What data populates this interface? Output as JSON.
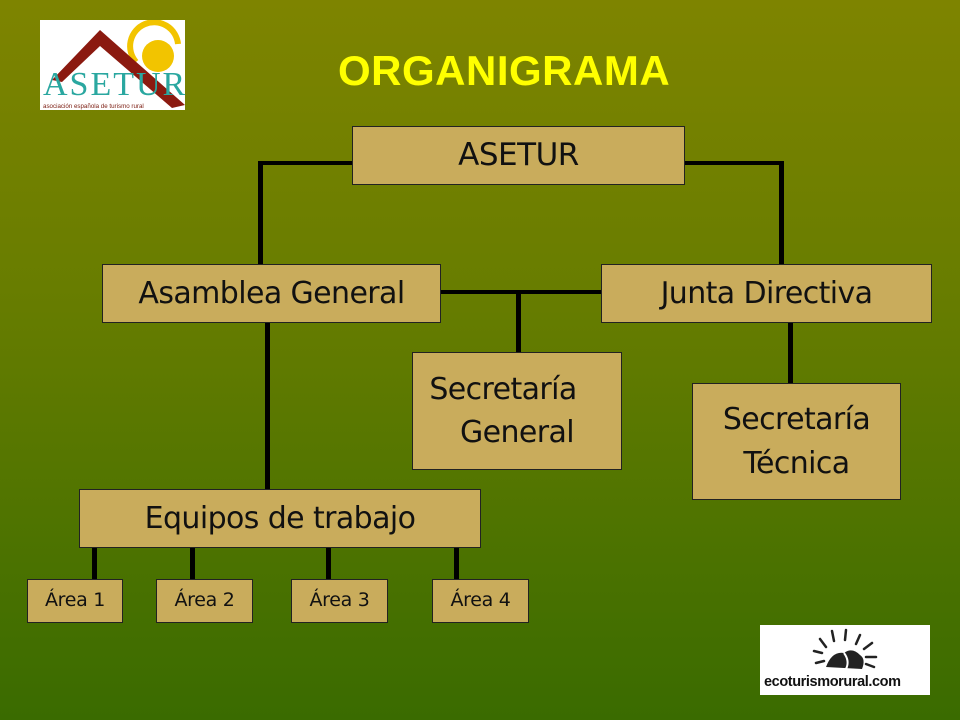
{
  "title": "ORGANIGRAMA",
  "logo_asetur": {
    "brand": "ASETUR",
    "tagline": "asociación española de turismo rural"
  },
  "logo_eco": {
    "text": "ecoturismorural.com"
  },
  "nodes": {
    "root": "ASETUR",
    "asamblea": "Asamblea General",
    "junta": "Junta Directiva",
    "secretaria_general": [
      "Secretaría",
      "General"
    ],
    "secretaria_tecnica": [
      "Secretaría",
      "Técnica"
    ],
    "equipos": "Equipos de trabajo",
    "areas": [
      "Área 1",
      "Área 2",
      "Área 3",
      "Área 4"
    ]
  },
  "colors": {
    "box_fill": "#c9ac5c",
    "title": "#ffff00",
    "connector": "#000000"
  }
}
